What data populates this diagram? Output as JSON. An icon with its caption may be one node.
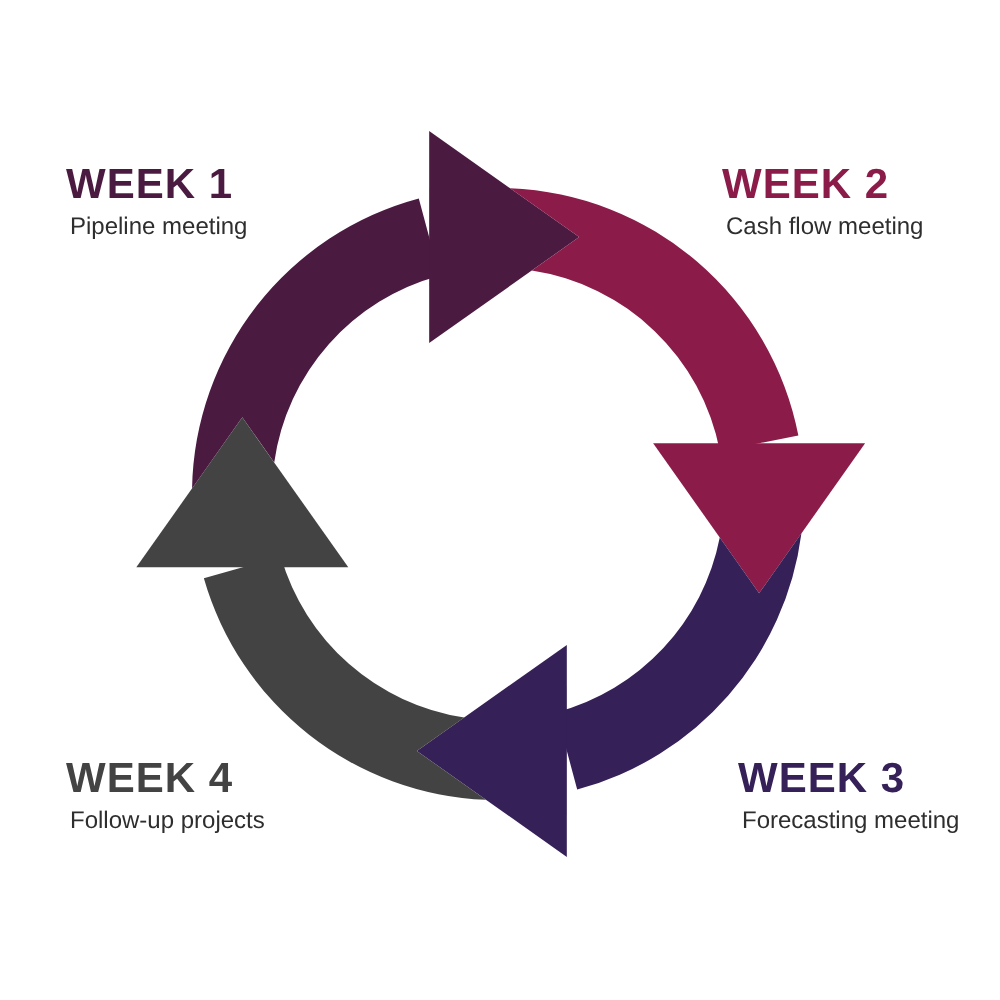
{
  "diagram": {
    "nodes": [
      {
        "text": [],
        "shape": "arrow",
        "beside": [
          "WEEK 1",
          "Pipeline meeting"
        ]
      },
      {
        "text": [],
        "shape": "arrow",
        "beside": [
          "WEEK 2",
          "Cash flow meeting"
        ]
      },
      {
        "text": [],
        "shape": "arrow",
        "beside": [
          "WEEK 3",
          "Forecasting meeting"
        ]
      },
      {
        "text": [],
        "shape": "arrow",
        "beside": [
          "WEEK 4",
          "Follow-up projects"
        ]
      }
    ]
  }
}
